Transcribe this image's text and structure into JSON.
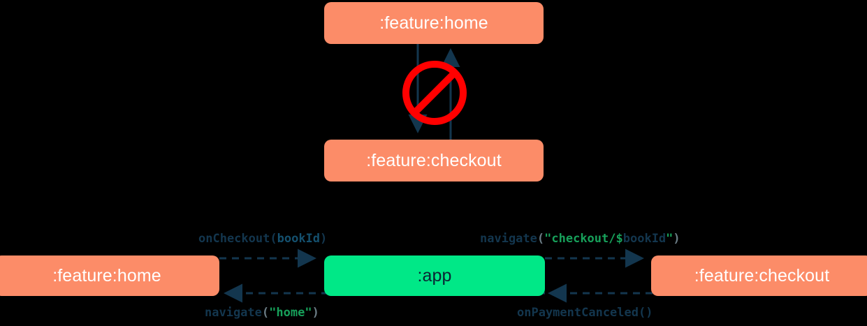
{
  "diagram": {
    "title": "Module navigation dependency diagram",
    "background_color": "#000000",
    "colors": {
      "module_node": "#FC8C68",
      "app_node": "#00E887",
      "module_text": "#FFFFFF",
      "app_text": "#0B2433",
      "edge": "#13364E",
      "forbidden": "#FF0000",
      "string_literal": "#17A05A",
      "identifier": "#14506E",
      "paren": "#6B7C85"
    },
    "top_section": {
      "name": "forbidden-direct-dependency",
      "nodes": [
        {
          "id": "home",
          "label": ":feature:home",
          "type": "module"
        },
        {
          "id": "checkout",
          "label": ":feature:checkout",
          "type": "module"
        }
      ],
      "edges": [
        {
          "from": "home",
          "to": "checkout",
          "direction": "down",
          "style": "solid"
        },
        {
          "from": "checkout",
          "to": "home",
          "direction": "up",
          "style": "solid"
        }
      ],
      "badge": {
        "name": "no-entry-icon",
        "meaning": "not allowed"
      }
    },
    "bottom_section": {
      "name": "allowed-app-mediated-navigation",
      "nodes": [
        {
          "id": "home",
          "label": ":feature:home",
          "type": "module"
        },
        {
          "id": "app",
          "label": ":app",
          "type": "app"
        },
        {
          "id": "checkout",
          "label": ":feature:checkout",
          "type": "module"
        }
      ],
      "edges": [
        {
          "id": "home-to-app",
          "from": "home",
          "to": "app",
          "style": "dashed",
          "position": "top-left",
          "label_tokens": [
            {
              "text": "onCheckout",
              "token": "fn"
            },
            {
              "text": "(",
              "token": "fn"
            },
            {
              "text": "bookId",
              "token": "ident"
            },
            {
              "text": ")",
              "token": "fn"
            }
          ],
          "label_text": "onCheckout(bookId)"
        },
        {
          "id": "app-to-checkout",
          "from": "app",
          "to": "checkout",
          "style": "dashed",
          "position": "top-right",
          "label_tokens": [
            {
              "text": "navigate",
              "token": "fn"
            },
            {
              "text": "(",
              "token": "paren"
            },
            {
              "text": "\"checkout/",
              "token": "str"
            },
            {
              "text": "$",
              "token": "str"
            },
            {
              "text": "bookId",
              "token": "var"
            },
            {
              "text": "\"",
              "token": "str"
            },
            {
              "text": ")",
              "token": "paren"
            }
          ],
          "label_text": "navigate(\"checkout/$bookId\")"
        },
        {
          "id": "app-to-home",
          "from": "app",
          "to": "home",
          "style": "dashed",
          "position": "bottom-left",
          "label_tokens": [
            {
              "text": "navigate",
              "token": "fn"
            },
            {
              "text": "(",
              "token": "paren"
            },
            {
              "text": "\"home\"",
              "token": "str"
            },
            {
              "text": ")",
              "token": "paren"
            }
          ],
          "label_text": "navigate(\"home\")"
        },
        {
          "id": "checkout-to-app",
          "from": "checkout",
          "to": "app",
          "style": "dashed",
          "position": "bottom-right",
          "label_tokens": [
            {
              "text": "onPaymentCanceled",
              "token": "fn"
            },
            {
              "text": "()",
              "token": "fn"
            }
          ],
          "label_text": "onPaymentCanceled()"
        }
      ]
    }
  }
}
